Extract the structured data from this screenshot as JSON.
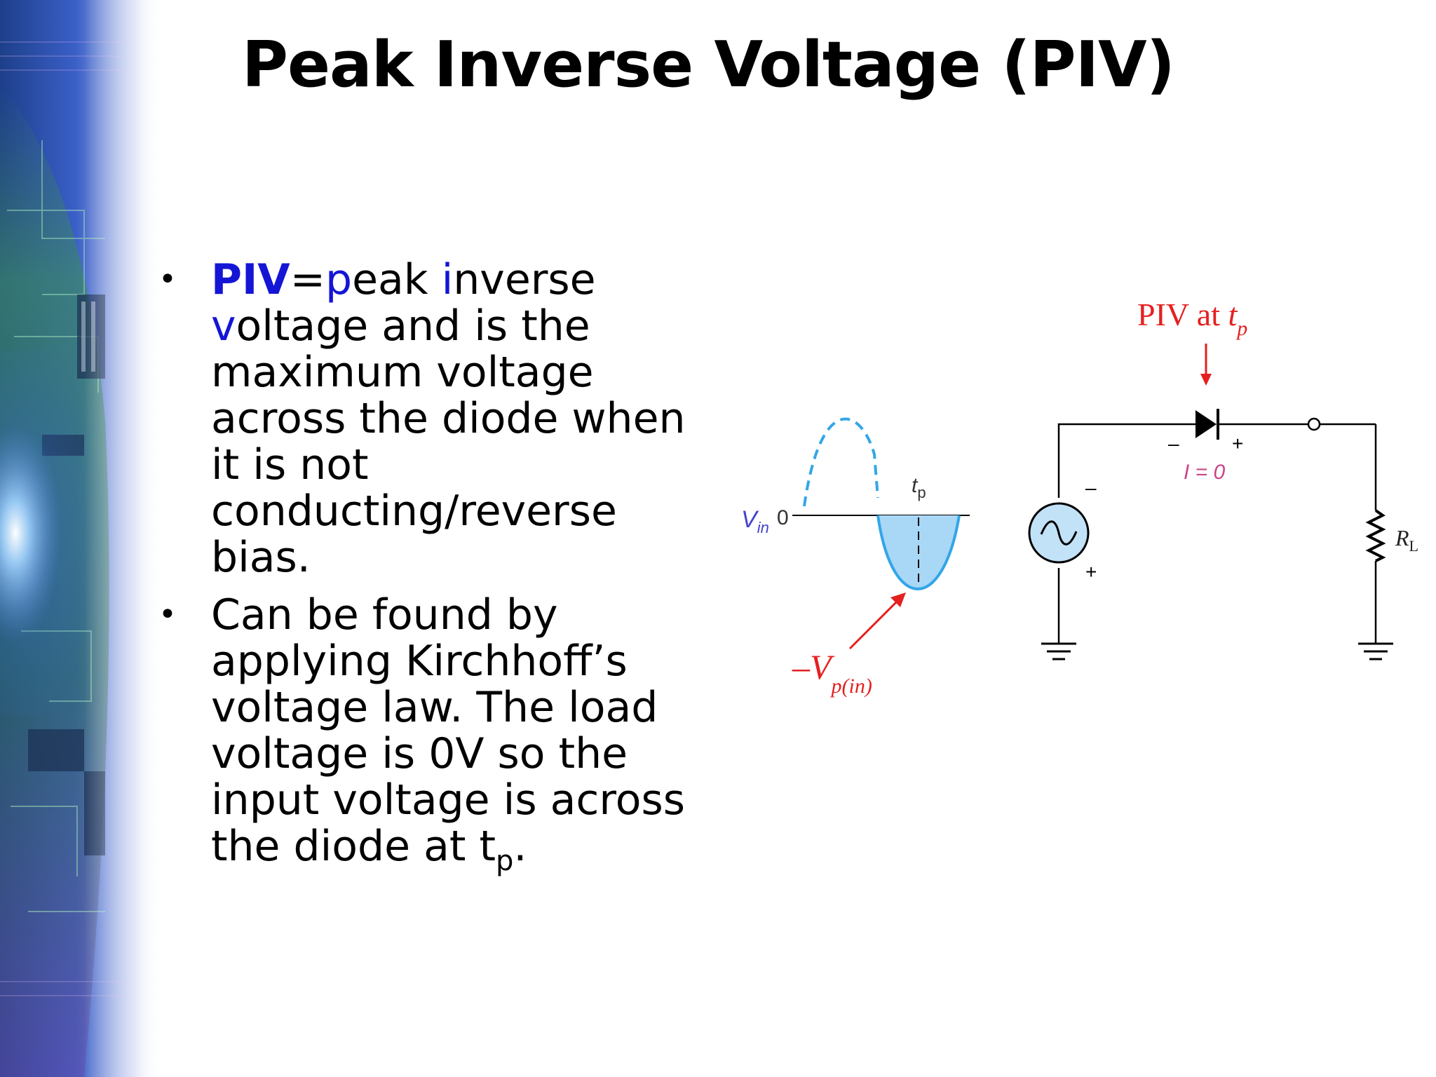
{
  "slide": {
    "title": "Peak Inverse Voltage (PIV)"
  },
  "bullets": {
    "b1": {
      "piv": "PIV",
      "eq": "=",
      "p": "p",
      "eak": "eak ",
      "i": "i",
      "nverse": "nverse ",
      "v": "v",
      "rest": "oltage and is the maximum voltage across the diode when it is not conducting/reverse bias."
    },
    "b2": {
      "text": "Can be found by applying Kirchhoff’s voltage law. The load voltage is 0V so the input voltage is across the diode at t",
      "sub": "p",
      "end": "."
    }
  },
  "diagram": {
    "piv_label": "PIV at ",
    "t": "t",
    "p": "p",
    "v": "V",
    "in": "in",
    "zero": "0",
    "tp_t": "t",
    "tp_sub": "p",
    "neg_vp": "–V",
    "neg_vp_sub": "p(in)",
    "current": "I = 0",
    "diode_minus": "–",
    "diode_plus": "+",
    "src_minus": "–",
    "src_plus": "+",
    "rl_r": "R",
    "rl_sub": "L"
  },
  "colors": {
    "accent_blue": "#1515d6",
    "annotation_red": "#e52020",
    "wave_blue": "#33a6e8",
    "wave_fill": "#a9d7f6"
  }
}
